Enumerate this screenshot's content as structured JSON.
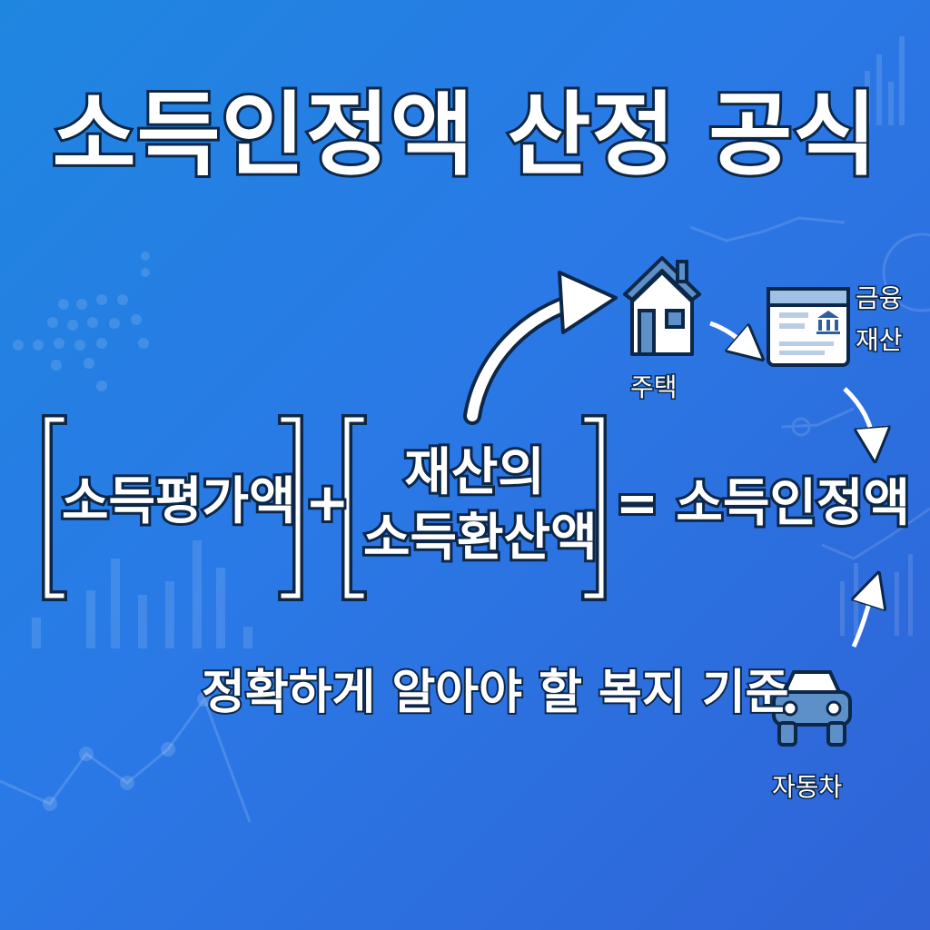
{
  "title": "소득인정액 산정 공식",
  "formula": {
    "term1": "소득평가액",
    "plus": "+",
    "term2_line1": "재산의",
    "term2_line2": "소득환산액",
    "result": "= 소득인정액"
  },
  "subtitle": "정확하게 알아야 할 복지 기준",
  "assets": {
    "house": {
      "label": "주택",
      "icon": "house-icon"
    },
    "finance": {
      "label_line1": "금융",
      "label_line2": "재산",
      "icon": "bank-card-icon"
    },
    "car": {
      "label": "자동차",
      "icon": "car-icon"
    }
  },
  "colors": {
    "background_start": "#1f86e0",
    "background_end": "#2f63d6",
    "text": "#ffffff",
    "outline": "#0c2748",
    "icon_fill": "#5d8fc8"
  }
}
